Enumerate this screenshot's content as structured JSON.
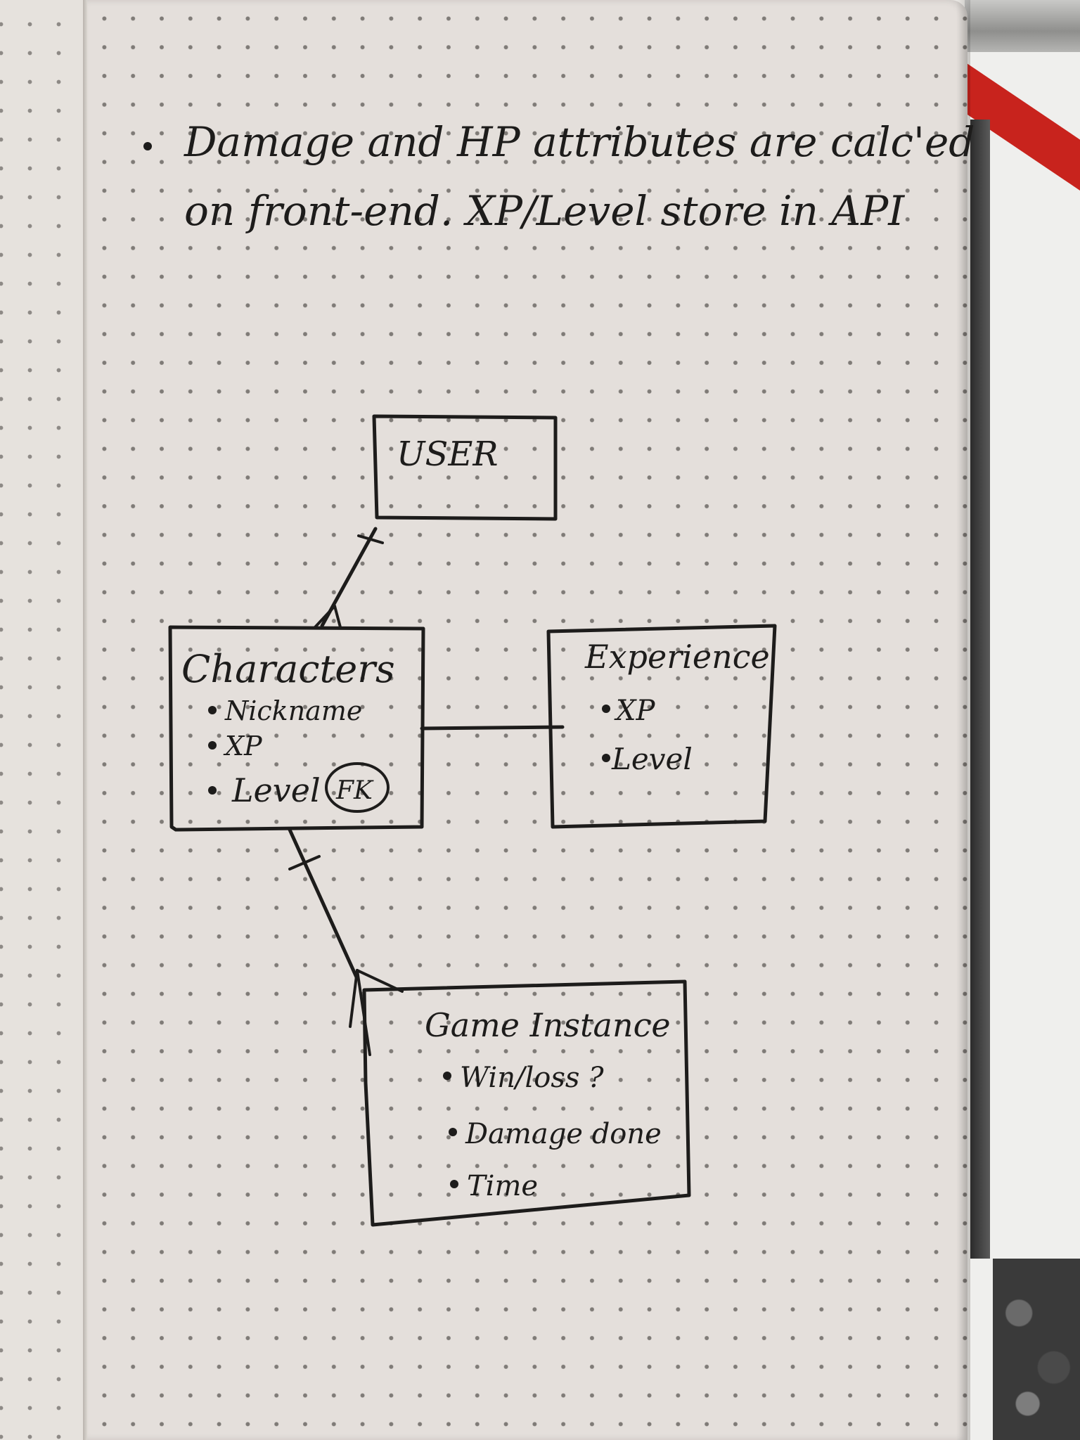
{
  "note": {
    "line1": "Damage and HP attributes are calc'ed",
    "line2": "on front-end. XP/Level store in API"
  },
  "entities": {
    "user": {
      "title": "USER"
    },
    "characters": {
      "title": "Characters",
      "attributes": [
        "Nickname",
        "XP",
        "Level"
      ],
      "fk_label": "FK"
    },
    "experience": {
      "title": "Experience",
      "attributes": [
        "XP",
        "Level"
      ]
    },
    "game_instance": {
      "title": "Game Instance",
      "attributes": [
        "Win/loss ?",
        "Damage done",
        "Time"
      ]
    }
  },
  "relationships": [
    {
      "from": "user",
      "to": "characters",
      "type": "one-to-many"
    },
    {
      "from": "characters",
      "to": "experience",
      "type": "one-to-one"
    },
    {
      "from": "characters",
      "to": "game_instance",
      "type": "one-to-many"
    }
  ]
}
